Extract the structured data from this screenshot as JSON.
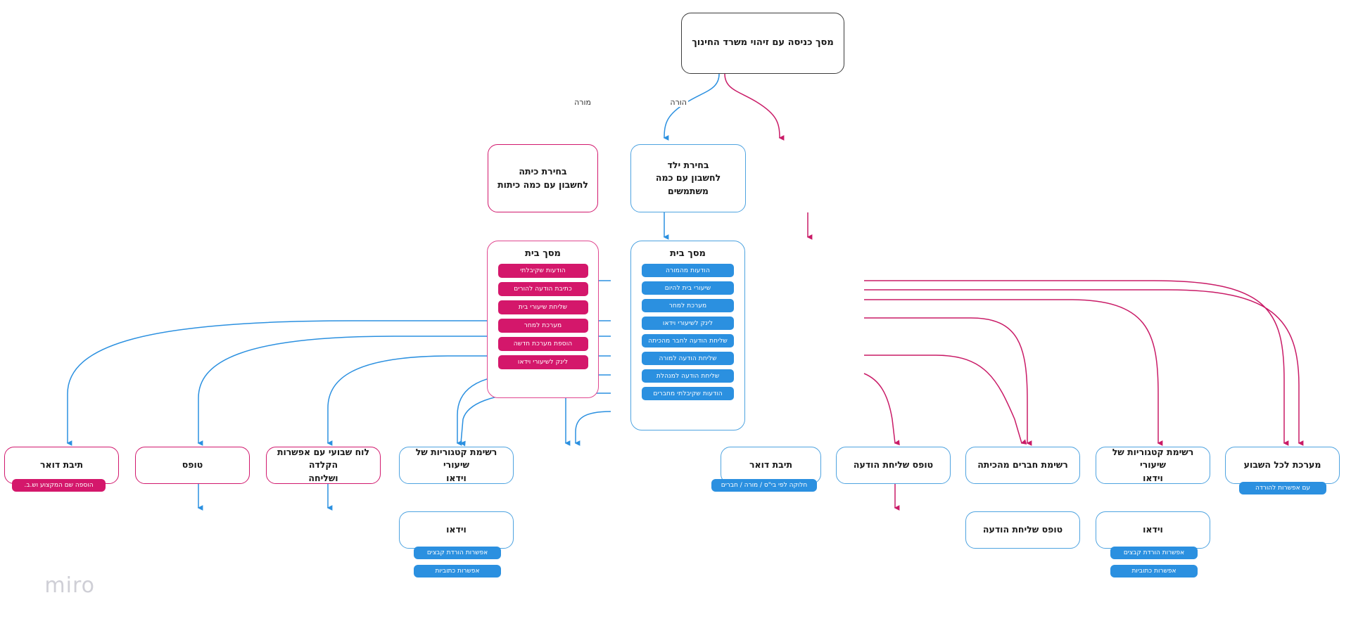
{
  "app": {
    "watermark": "miro"
  },
  "colors": {
    "blue": "#2b90e0",
    "blue_border": "#4ea3e0",
    "pink": "#d4176b",
    "pink_border": "#d1186d",
    "root_border": "#3c3c3c"
  },
  "edge_labels": {
    "parent": "הורה",
    "teacher": "מורה"
  },
  "nodes": {
    "root": {
      "title": "מסך כניסה עם זיהוי משרד החינוך"
    },
    "parent_child_select": {
      "title": "בחירת ילד\nלחשבון עם כמה\nמשתמשים"
    },
    "teacher_class_select": {
      "title": "בחירת כיתה\nלחשבון עם כמה כיתות"
    },
    "parent_home": {
      "title": "מסך בית",
      "items": [
        "הודעות מהמורה",
        "שיעורי בית להיום",
        "מערכת למחר",
        "לינק לשיעורי וידאו",
        "שליחת הודעה לחבר מהכיתה",
        "שליחת הודעה למורה",
        "שליחת הודעה למנהלת",
        "הודעות שקיבלתי מחברים"
      ]
    },
    "teacher_home": {
      "title": "מסך בית",
      "items": [
        "הודעות שקיבלתי",
        "כתיבת הודעה להורים",
        "שליחת שיעורי בית",
        "מערכת למחר",
        "הוספת מערכת חדשה",
        "לינק לשיעורי וידאו"
      ]
    },
    "weekly_schedule": {
      "title": "מערכת לכל השבוע",
      "tag": "עם אפשרות להורדה"
    },
    "parent_video_categories": {
      "title": "רשימת קטגוריות של שיעורי\nוידאו"
    },
    "parent_video": {
      "title": "וידאו",
      "tags": [
        "אפשרות הורדת קבצים",
        "אפשרות כתוביות"
      ]
    },
    "classmates_list": {
      "title": "רשימת חברים מהכיתה"
    },
    "classmates_message_form": {
      "title": "טופס שליחת הודעה"
    },
    "parent_message_form": {
      "title": "טופס שליחת הודעה"
    },
    "parent_mailbox": {
      "title": "תיבת דואר",
      "tag": "חלוקה לפי בי\"ס / מורה / חברים"
    },
    "teacher_video_categories": {
      "title": "רשימת קטגוריות של שיעורי\nוידאו"
    },
    "teacher_video": {
      "title": "וידאו",
      "tags": [
        "אפשרות הורדת קבצים",
        "אפשרות כתוביות"
      ]
    },
    "weekly_board": {
      "title": "לוח שבועי עם אפשרות הקלדה\nושליחה"
    },
    "teacher_form": {
      "title": "טופס"
    },
    "teacher_mailbox": {
      "title": "תיבת דואר",
      "tag": "הוספה שם המקצוע וש.ב."
    }
  }
}
